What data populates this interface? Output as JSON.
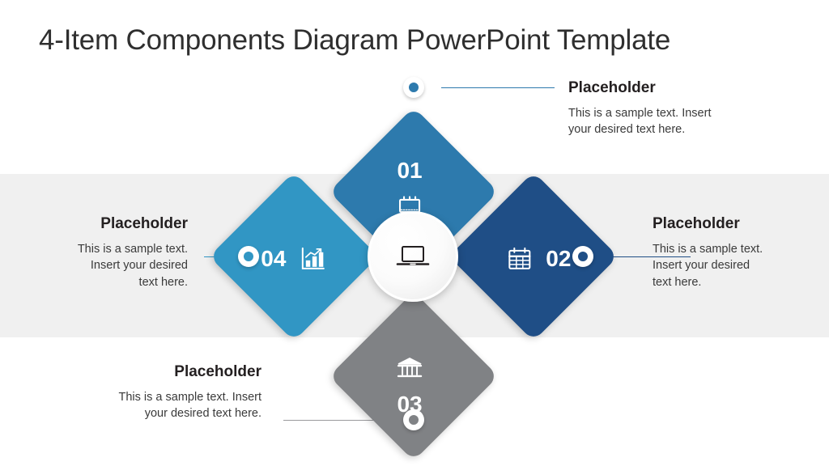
{
  "slide": {
    "title": "4-Item Components Diagram PowerPoint Template",
    "background_color": "#ffffff",
    "band_color": "#f0f0f0"
  },
  "center": {
    "icon": "laptop-icon",
    "icon_color": "#231f20",
    "background_color": "#fbfbfb"
  },
  "items": [
    {
      "number": "01",
      "position": "top",
      "color": "#2d7aad",
      "icon": "billboard-icon",
      "heading": "Placeholder",
      "body_line1": "This is a sample text. Insert",
      "body_line2": "your desired text here.",
      "text_align": "left"
    },
    {
      "number": "02",
      "position": "right",
      "color": "#1f4e86",
      "icon": "calendar-icon",
      "heading": "Placeholder",
      "body_line1": "This is a sample text.",
      "body_line2": "Insert your desired",
      "body_line3": "text here.",
      "text_align": "left"
    },
    {
      "number": "03",
      "position": "bottom",
      "color": "#808285",
      "icon": "bank-icon",
      "heading": "Placeholder",
      "body_line1": "This is a sample text. Insert",
      "body_line2": "your desired text here.",
      "text_align": "right"
    },
    {
      "number": "04",
      "position": "left",
      "color": "#3196c4",
      "icon": "bar-chart-growth-icon",
      "heading": "Placeholder",
      "body_line1": "This is a sample text.",
      "body_line2": "Insert your desired",
      "body_line3": "text here.",
      "text_align": "right"
    }
  ]
}
